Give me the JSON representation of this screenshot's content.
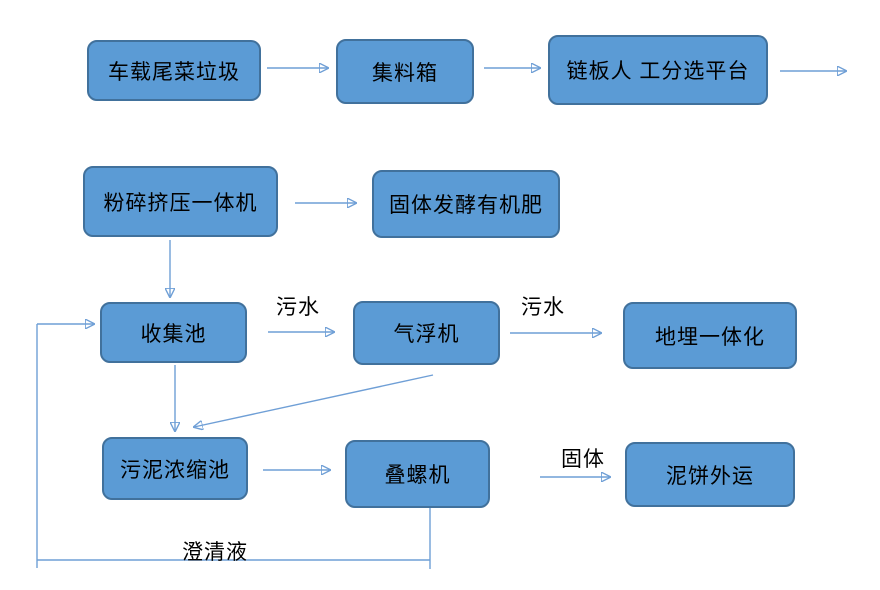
{
  "diagram": {
    "colors": {
      "node_fill": "#5b9bd5",
      "node_border": "#41719c",
      "connector": "#6f9fd6",
      "text": "#000000",
      "background": "#ffffff"
    },
    "nodes": [
      {
        "id": "truck-waste",
        "label": "车载尾菜垃圾"
      },
      {
        "id": "collection-bin",
        "label": "集料箱"
      },
      {
        "id": "sorting-platform",
        "label": "链板人 工分选平台"
      },
      {
        "id": "crusher-press",
        "label": "粉碎挤压一体机"
      },
      {
        "id": "solid-fermentation-fertilizer",
        "label": "固体发酵有机肥"
      },
      {
        "id": "collection-pool",
        "label": "收集池"
      },
      {
        "id": "air-flotation",
        "label": "气浮机"
      },
      {
        "id": "buried-integrated",
        "label": "地埋一体化"
      },
      {
        "id": "sludge-thickening-pool",
        "label": "污泥浓缩池"
      },
      {
        "id": "screw-press",
        "label": "叠螺机"
      },
      {
        "id": "mud-cake-transport",
        "label": "泥饼外运"
      }
    ],
    "edge_labels": [
      {
        "id": "sewage-1",
        "label": "污水"
      },
      {
        "id": "sewage-2",
        "label": "污水"
      },
      {
        "id": "solid",
        "label": "固体"
      },
      {
        "id": "clarified-liquid",
        "label": "澄清液"
      }
    ]
  }
}
